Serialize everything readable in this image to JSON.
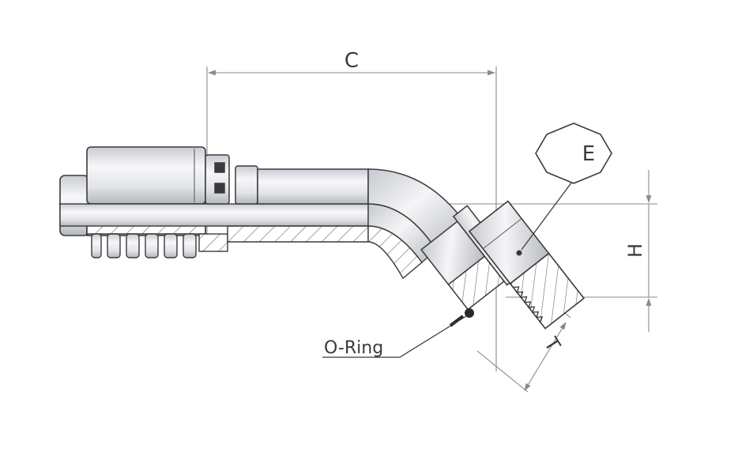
{
  "diagram": {
    "labels": {
      "c": "C",
      "e": "E",
      "h": "H",
      "t": "T",
      "o_ring": "O-Ring"
    },
    "colors": {
      "outline": "#3a3a3a",
      "dimension": "#8a8a8a",
      "metal_light": "#f4f4f6",
      "metal_mid": "#d6d8dd",
      "metal_dark": "#a9acb3",
      "hatch": "#6b6b6b"
    }
  }
}
